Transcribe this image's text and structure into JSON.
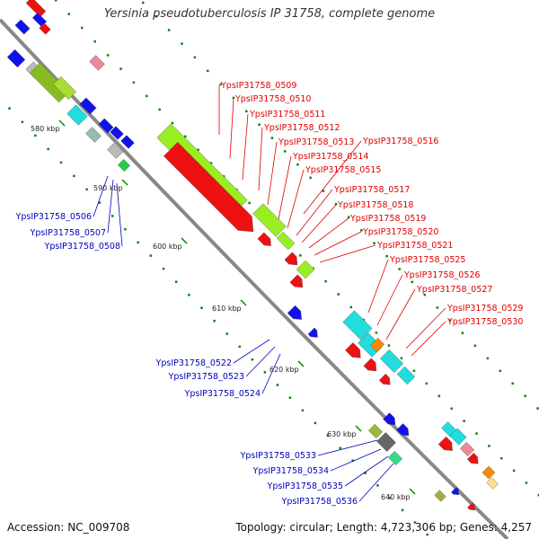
{
  "header": {
    "title": "Yersinia pseudotuberculosis IP 31758, complete genome"
  },
  "footer": {
    "accession": "Accession: NC_009708",
    "topology": "Topology: circular; Length: 4,723,306 bp; Genes: 4,257"
  },
  "kbp_markers": [
    "580 kbp",
    "590 kbp",
    "600 kbp",
    "610 kbp",
    "620 kbp",
    "630 kbp",
    "640 kbp"
  ],
  "gene_labels_forward": [
    "YpsIP31758_0509",
    "YpsIP31758_0510",
    "YpsIP31758_0511",
    "YpsIP31758_0512",
    "YpsIP31758_0513",
    "YpsIP31758_0516",
    "YpsIP31758_0514",
    "YpsIP31758_0515",
    "YpsIP31758_0517",
    "YpsIP31758_0518",
    "YpsIP31758_0519",
    "YpsIP31758_0520",
    "YpsIP31758_0521",
    "YpsIP31758_0525",
    "YpsIP31758_0526",
    "YpsIP31758_0527",
    "YpsIP31758_0529",
    "YpsIP31758_0530"
  ],
  "gene_labels_reverse": [
    "YpsIP31758_0506",
    "YpsIP31758_0507",
    "YpsIP31758_0508",
    "YpsIP31758_0522",
    "YpsIP31758_0523",
    "YpsIP31758_0524",
    "YpsIP31758_0533",
    "YpsIP31758_0534",
    "YpsIP31758_0535",
    "YpsIP31758_0536"
  ],
  "colors": {
    "backbone": "#888888",
    "forward_label": "#e00000",
    "reverse_label": "#0000c0",
    "cds_red": "#ee1111",
    "cds_green": "#99ee22",
    "cds_blue": "#1111ee",
    "cds_cyan": "#22dddd",
    "tick_green": "#008800"
  }
}
